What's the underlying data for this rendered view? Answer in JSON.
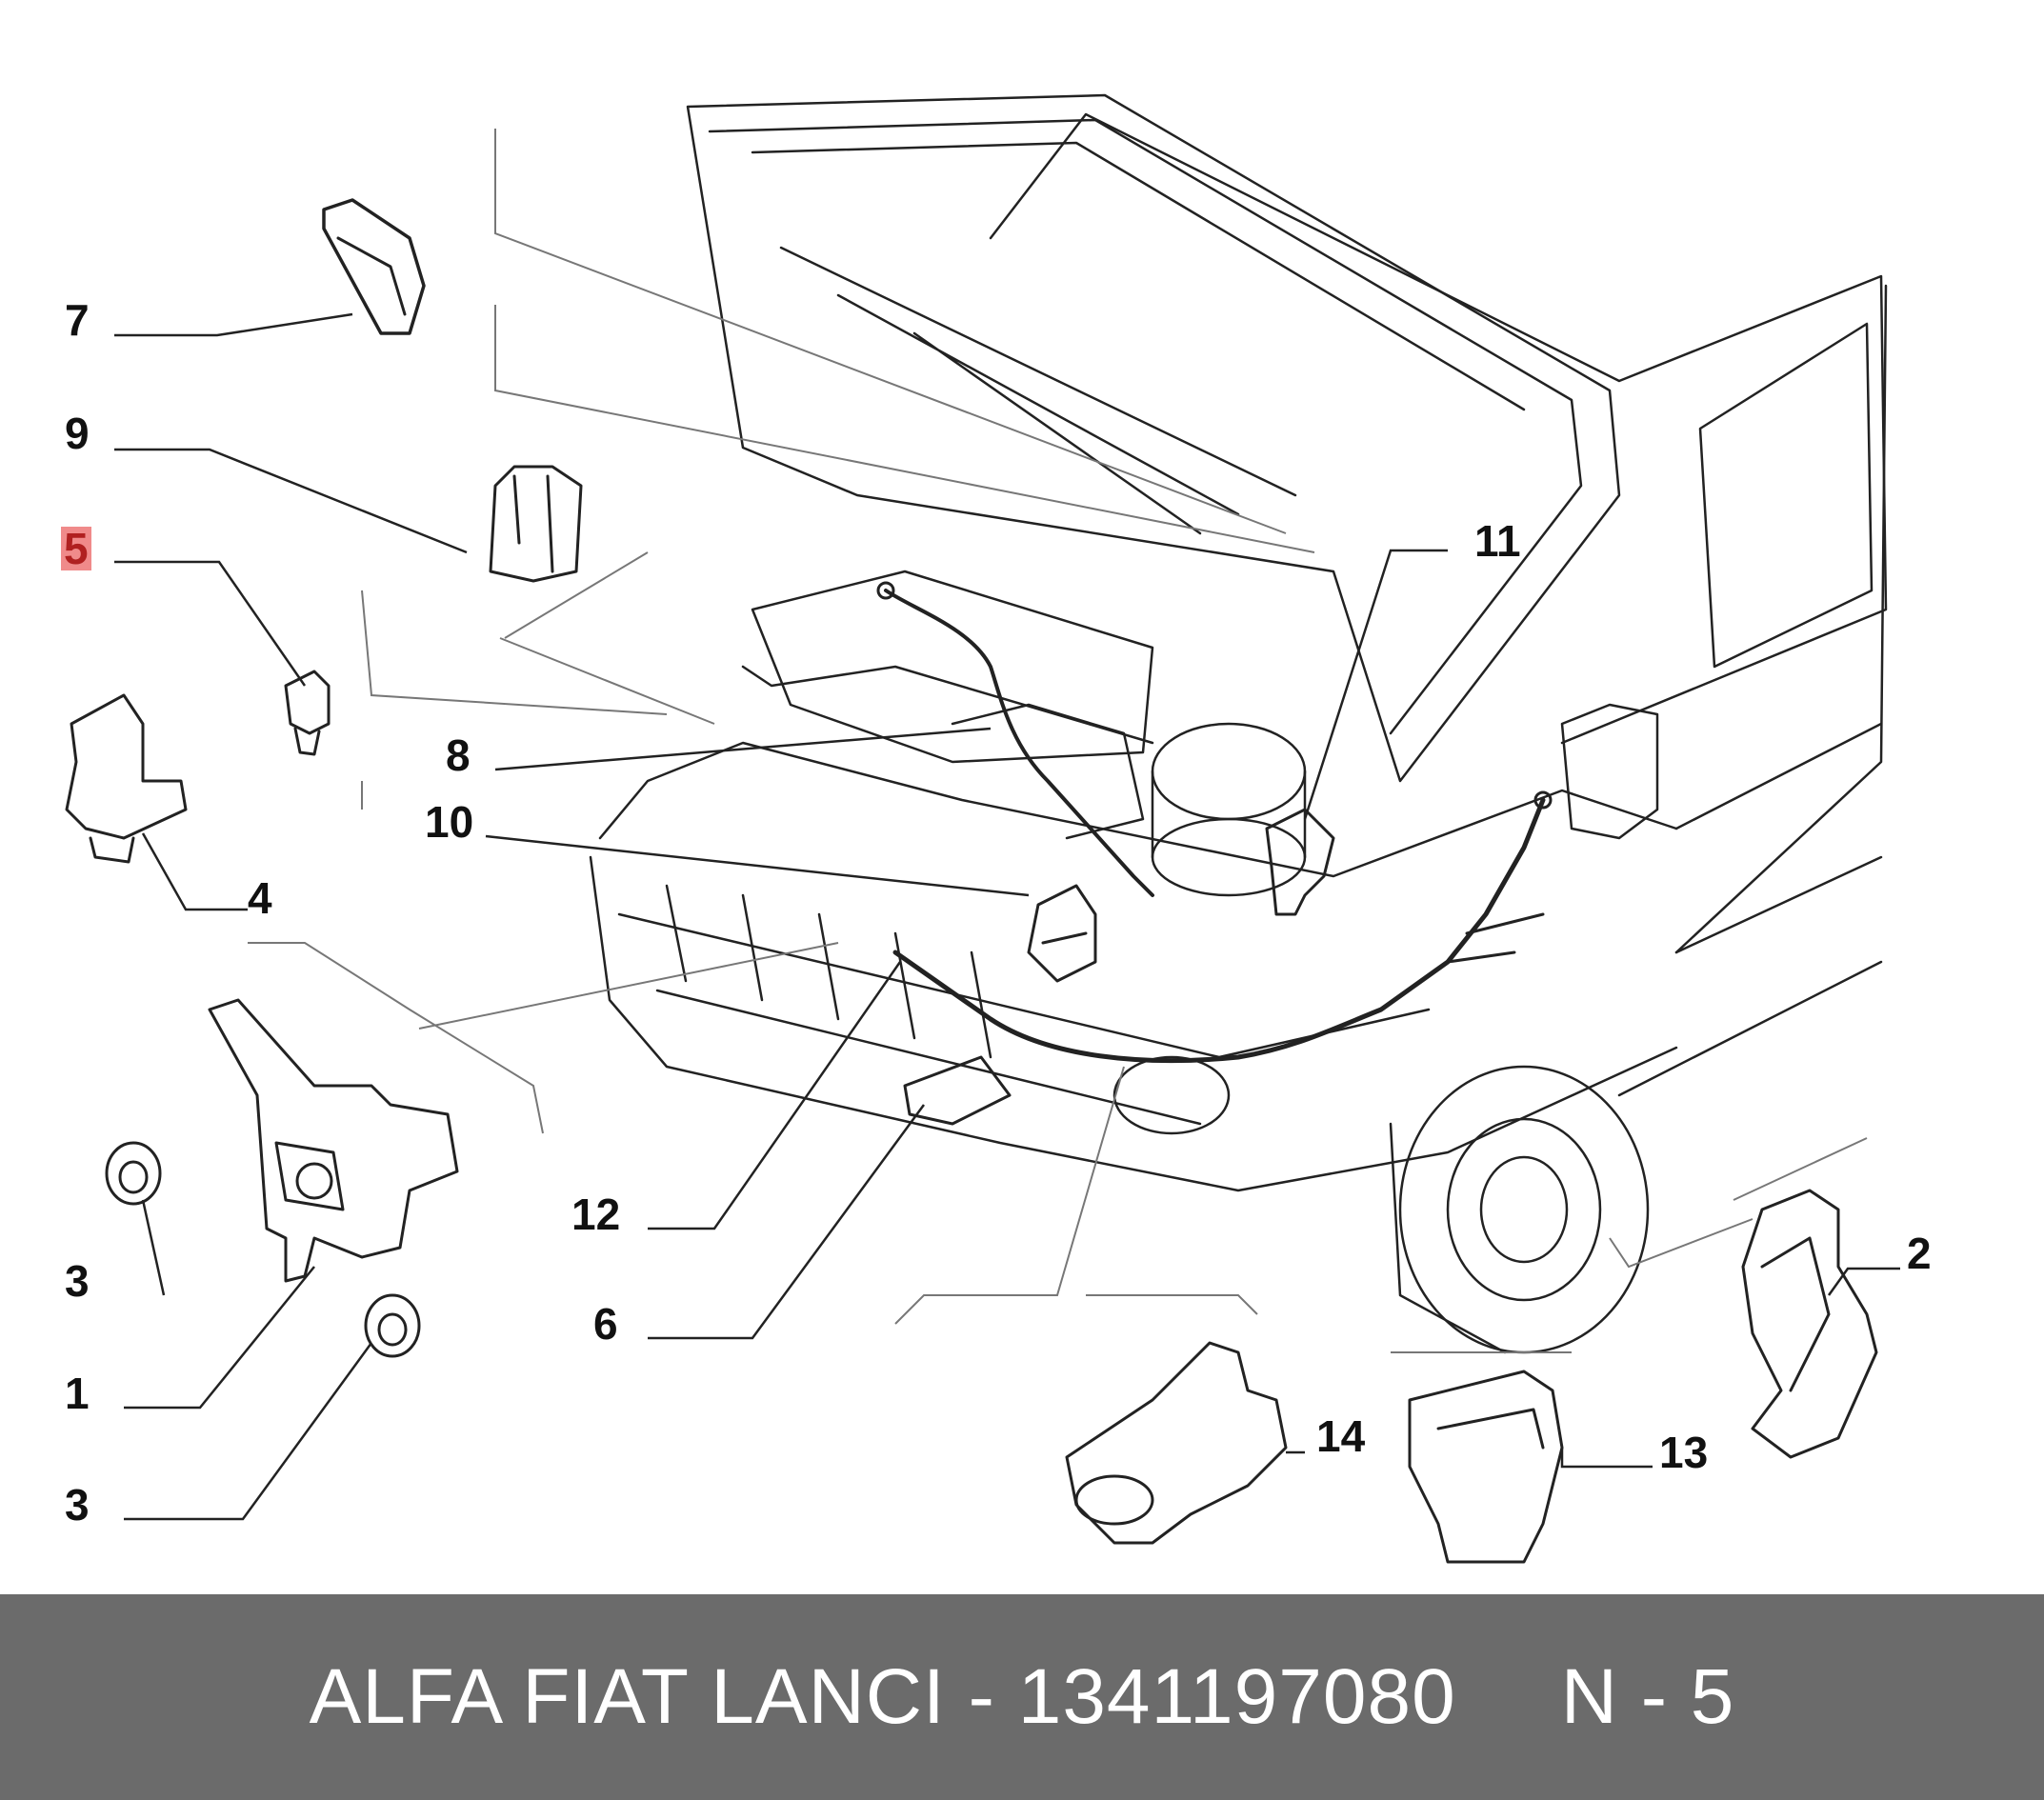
{
  "diagram": {
    "callouts": [
      "7",
      "9",
      "5",
      "4",
      "3",
      "1",
      "3",
      "8",
      "10",
      "11",
      "12",
      "6",
      "14",
      "13",
      "2"
    ],
    "highlighted_callout": "5",
    "highlight_color": "#f08a8a"
  },
  "footer": {
    "brand": "ALFA FIAT LANCI",
    "separator": "-",
    "part_number": "1341197080",
    "ref": "N - 5",
    "background": "#6b6b6b",
    "text_color": "#ffffff"
  }
}
